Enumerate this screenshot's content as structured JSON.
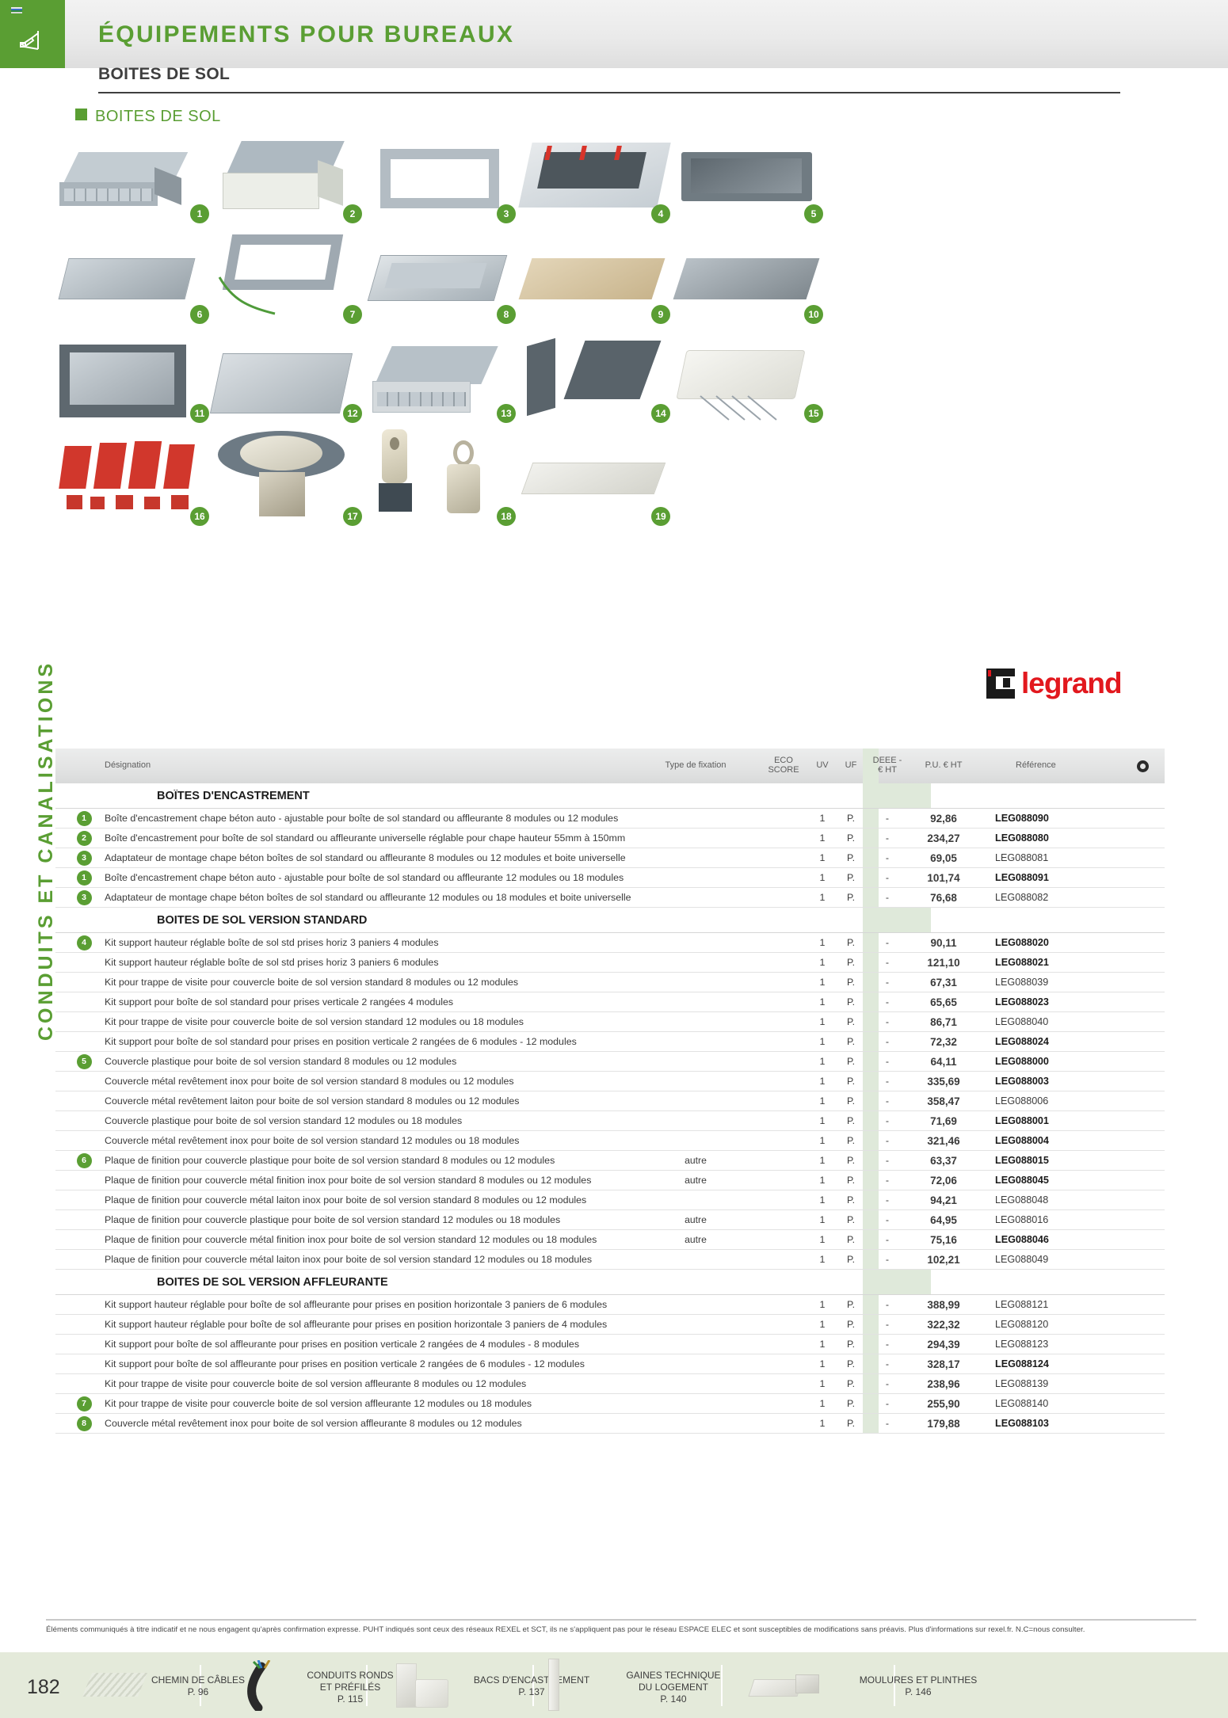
{
  "header": {
    "category_title": "ÉQUIPEMENTS POUR BUREAUX",
    "page_subtitle": "BOITES DE SOL",
    "icon": "desk-lamp-icon"
  },
  "sidebar": {
    "vertical_label": "CONDUITS ET CANALISATIONS"
  },
  "section": {
    "label": "BOITES DE SOL"
  },
  "brand": {
    "name": "legrand",
    "color": "#e2181e"
  },
  "gallery": {
    "badges": [
      "1",
      "2",
      "3",
      "4",
      "5",
      "6",
      "7",
      "8",
      "9",
      "10",
      "11",
      "12",
      "13",
      "14",
      "15",
      "16",
      "17",
      "18",
      "19"
    ]
  },
  "table": {
    "headers": {
      "designation": "Désignation",
      "type_fixation": "Type de fixation",
      "eco_score_l1": "ECO",
      "eco_score_l2": "SCORE",
      "uv": "UV",
      "uf": "UF",
      "deee_l1": "DEEE -",
      "deee_l2": "€ HT",
      "pu": "P.U. € HT",
      "reference": "Référence",
      "recycle": "recycle-icon"
    },
    "sections": [
      {
        "title": "BOÎTES D'ENCASTREMENT",
        "rows": [
          {
            "badge": "1",
            "designation": "Boîte d'encastrement chape béton auto - ajustable pour boîte de sol standard ou affleurante 8 modules ou 12 modules",
            "fixation": "",
            "eco": "",
            "uv": "1",
            "uf": "P.",
            "deee": "-",
            "pu": "92,86",
            "ref": "LEG088090",
            "ref_bold": true
          },
          {
            "badge": "2",
            "designation": "Boîte d'encastrement pour boîte de sol standard ou affleurante universelle réglable pour chape hauteur 55mm à 150mm",
            "fixation": "",
            "eco": "",
            "uv": "1",
            "uf": "P.",
            "deee": "-",
            "pu": "234,27",
            "ref": "LEG088080",
            "ref_bold": true
          },
          {
            "badge": "3",
            "designation": "Adaptateur de montage chape béton boîtes de sol standard ou affleurante 8 modules ou 12 modules et boite universelle",
            "fixation": "",
            "eco": "",
            "uv": "1",
            "uf": "P.",
            "deee": "-",
            "pu": "69,05",
            "ref": "LEG088081",
            "ref_bold": false
          },
          {
            "badge": "1",
            "designation": "Boîte d'encastrement chape béton auto - ajustable pour boîte de sol standard ou affleurante 12 modules ou 18 modules",
            "fixation": "",
            "eco": "",
            "uv": "1",
            "uf": "P.",
            "deee": "-",
            "pu": "101,74",
            "ref": "LEG088091",
            "ref_bold": true
          },
          {
            "badge": "3",
            "designation": "Adaptateur de montage chape béton boîtes de sol standard ou affleurante 12 modules ou 18 modules et boite universelle",
            "fixation": "",
            "eco": "",
            "uv": "1",
            "uf": "P.",
            "deee": "-",
            "pu": "76,68",
            "ref": "LEG088082",
            "ref_bold": false
          }
        ]
      },
      {
        "title": "BOITES DE SOL VERSION STANDARD",
        "rows": [
          {
            "badge": "4",
            "designation": "Kit support hauteur réglable boîte de sol std prises horiz 3 paniers 4 modules",
            "fixation": "",
            "eco": "",
            "uv": "1",
            "uf": "P.",
            "deee": "-",
            "pu": "90,11",
            "ref": "LEG088020",
            "ref_bold": true
          },
          {
            "badge": "",
            "designation": "Kit support hauteur réglable boîte de sol std prises horiz 3 paniers 6 modules",
            "fixation": "",
            "eco": "",
            "uv": "1",
            "uf": "P.",
            "deee": "-",
            "pu": "121,10",
            "ref": "LEG088021",
            "ref_bold": true
          },
          {
            "badge": "",
            "designation": "Kit pour trappe de visite pour couvercle boite de sol version standard 8 modules ou 12 modules",
            "fixation": "",
            "eco": "",
            "uv": "1",
            "uf": "P.",
            "deee": "-",
            "pu": "67,31",
            "ref": "LEG088039",
            "ref_bold": false
          },
          {
            "badge": "",
            "designation": "Kit support pour boîte de sol standard pour prises verticale 2 rangées 4 modules",
            "fixation": "",
            "eco": "",
            "uv": "1",
            "uf": "P.",
            "deee": "-",
            "pu": "65,65",
            "ref": "LEG088023",
            "ref_bold": true
          },
          {
            "badge": "",
            "designation": "Kit pour trappe de visite pour couvercle boite de sol version standard 12 modules ou 18 modules",
            "fixation": "",
            "eco": "",
            "uv": "1",
            "uf": "P.",
            "deee": "-",
            "pu": "86,71",
            "ref": "LEG088040",
            "ref_bold": false
          },
          {
            "badge": "",
            "designation": "Kit support pour boîte de sol standard pour prises en position verticale 2 rangées de 6 modules - 12 modules",
            "fixation": "",
            "eco": "",
            "uv": "1",
            "uf": "P.",
            "deee": "-",
            "pu": "72,32",
            "ref": "LEG088024",
            "ref_bold": true
          },
          {
            "badge": "5",
            "designation": "Couvercle plastique pour boite de sol version standard 8 modules ou 12 modules",
            "fixation": "",
            "eco": "",
            "uv": "1",
            "uf": "P.",
            "deee": "-",
            "pu": "64,11",
            "ref": "LEG088000",
            "ref_bold": true
          },
          {
            "badge": "",
            "designation": "Couvercle métal revêtement inox pour boite de sol version standard 8 modules ou 12 modules",
            "fixation": "",
            "eco": "",
            "uv": "1",
            "uf": "P.",
            "deee": "-",
            "pu": "335,69",
            "ref": "LEG088003",
            "ref_bold": true
          },
          {
            "badge": "",
            "designation": "Couvercle métal revêtement laiton pour boite de sol version standard 8 modules ou 12 modules",
            "fixation": "",
            "eco": "",
            "uv": "1",
            "uf": "P.",
            "deee": "-",
            "pu": "358,47",
            "ref": "LEG088006",
            "ref_bold": false
          },
          {
            "badge": "",
            "designation": "Couvercle plastique pour boite de sol version standard 12 modules ou 18 modules",
            "fixation": "",
            "eco": "",
            "uv": "1",
            "uf": "P.",
            "deee": "-",
            "pu": "71,69",
            "ref": "LEG088001",
            "ref_bold": true
          },
          {
            "badge": "",
            "designation": "Couvercle métal revêtement inox pour boite de sol version standard 12 modules ou 18 modules",
            "fixation": "",
            "eco": "",
            "uv": "1",
            "uf": "P.",
            "deee": "-",
            "pu": "321,46",
            "ref": "LEG088004",
            "ref_bold": true
          },
          {
            "badge": "6",
            "designation": "Plaque de finition pour couvercle plastique pour boite de sol version standard 8 modules ou 12 modules",
            "fixation": "autre",
            "eco": "",
            "uv": "1",
            "uf": "P.",
            "deee": "-",
            "pu": "63,37",
            "ref": "LEG088015",
            "ref_bold": true
          },
          {
            "badge": "",
            "designation": "Plaque de finition pour couvercle métal finition inox pour boite de sol version standard 8 modules ou 12 modules",
            "fixation": "autre",
            "eco": "",
            "uv": "1",
            "uf": "P.",
            "deee": "-",
            "pu": "72,06",
            "ref": "LEG088045",
            "ref_bold": true
          },
          {
            "badge": "",
            "designation": "Plaque de finition pour couvercle métal laiton inox pour boite de sol version standard 8 modules ou 12 modules",
            "fixation": "",
            "eco": "",
            "uv": "1",
            "uf": "P.",
            "deee": "-",
            "pu": "94,21",
            "ref": "LEG088048",
            "ref_bold": false
          },
          {
            "badge": "",
            "designation": "Plaque de finition pour couvercle plastique pour boite de sol version standard 12 modules ou 18 modules",
            "fixation": "autre",
            "eco": "",
            "uv": "1",
            "uf": "P.",
            "deee": "-",
            "pu": "64,95",
            "ref": "LEG088016",
            "ref_bold": false
          },
          {
            "badge": "",
            "designation": "Plaque de finition pour couvercle métal finition inox pour boite de sol version standard 12 modules ou 18 modules",
            "fixation": "autre",
            "eco": "",
            "uv": "1",
            "uf": "P.",
            "deee": "-",
            "pu": "75,16",
            "ref": "LEG088046",
            "ref_bold": true
          },
          {
            "badge": "",
            "designation": "Plaque de finition pour couvercle métal laiton inox pour boite de sol version standard 12 modules ou 18 modules",
            "fixation": "",
            "eco": "",
            "uv": "1",
            "uf": "P.",
            "deee": "-",
            "pu": "102,21",
            "ref": "LEG088049",
            "ref_bold": false
          }
        ]
      },
      {
        "title": "BOITES DE SOL VERSION AFFLEURANTE",
        "rows": [
          {
            "badge": "",
            "designation": "Kit support hauteur réglable pour boîte de sol affleurante pour prises en position horizontale 3 paniers de 6 modules",
            "fixation": "",
            "eco": "",
            "uv": "1",
            "uf": "P.",
            "deee": "-",
            "pu": "388,99",
            "ref": "LEG088121",
            "ref_bold": false
          },
          {
            "badge": "",
            "designation": "Kit support hauteur réglable pour boîte de sol affleurante pour prises en position horizontale 3 paniers de 4 modules",
            "fixation": "",
            "eco": "",
            "uv": "1",
            "uf": "P.",
            "deee": "-",
            "pu": "322,32",
            "ref": "LEG088120",
            "ref_bold": false
          },
          {
            "badge": "",
            "designation": "Kit support pour boîte de sol affleurante pour prises en position verticale 2 rangées de 4 modules - 8 modules",
            "fixation": "",
            "eco": "",
            "uv": "1",
            "uf": "P.",
            "deee": "-",
            "pu": "294,39",
            "ref": "LEG088123",
            "ref_bold": false
          },
          {
            "badge": "",
            "designation": "Kit support pour boîte de sol affleurante pour prises en position verticale 2 rangées de 6 modules - 12 modules",
            "fixation": "",
            "eco": "",
            "uv": "1",
            "uf": "P.",
            "deee": "-",
            "pu": "328,17",
            "ref": "LEG088124",
            "ref_bold": true
          },
          {
            "badge": "",
            "designation": "Kit pour trappe de visite pour couvercle boite de sol version affleurante 8 modules ou 12 modules",
            "fixation": "",
            "eco": "",
            "uv": "1",
            "uf": "P.",
            "deee": "-",
            "pu": "238,96",
            "ref": "LEG088139",
            "ref_bold": false
          },
          {
            "badge": "7",
            "designation": "Kit pour trappe de visite pour couvercle boite de sol version affleurante 12 modules ou 18 modules",
            "fixation": "",
            "eco": "",
            "uv": "1",
            "uf": "P.",
            "deee": "-",
            "pu": "255,90",
            "ref": "LEG088140",
            "ref_bold": false
          },
          {
            "badge": "8",
            "designation": "Couvercle métal revêtement inox pour boite de sol version affleurante 8 modules ou 12 modules",
            "fixation": "",
            "eco": "",
            "uv": "1",
            "uf": "P.",
            "deee": "-",
            "pu": "179,88",
            "ref": "LEG088103",
            "ref_bold": true
          }
        ]
      }
    ]
  },
  "disclaimer": "Éléments communiqués à titre indicatif et ne nous engagent qu'après confirmation expresse. PUHT indiqués sont ceux des réseaux REXEL et SCT, ils ne s'appliquent pas pour le réseau ESPACE ELEC et sont susceptibles de modifications sans préavis. Plus d'informations sur rexel.fr. N.C=nous consulter.",
  "footer": {
    "page_number": "182",
    "links": [
      {
        "label_l1": "CHEMIN DE CÂBLES",
        "label_l2": "P. 96",
        "thumb": "cable-tray-icon"
      },
      {
        "label_l1": "CONDUITS RONDS",
        "label_l2": "ET PRÉFILÉS",
        "label_l3": "P. 115",
        "thumb": "round-conduit-icon"
      },
      {
        "label_l1": "BACS D'ENCASTREMENT",
        "label_l2": "P. 137",
        "thumb": "recessed-box-icon"
      },
      {
        "label_l1": "GAINES TECHNIQUE",
        "label_l2": "DU LOGEMENT",
        "label_l3": "P. 140",
        "thumb": "technical-duct-icon"
      },
      {
        "label_l1": "MOULURES ET PLINTHES",
        "label_l2": "P. 146",
        "thumb": "moulding-icon"
      }
    ]
  },
  "colors": {
    "brand_green": "#5a9e33",
    "price_band": "#dfe9da",
    "footer_bg": "#e4eada",
    "legrand_red": "#e2181e"
  }
}
